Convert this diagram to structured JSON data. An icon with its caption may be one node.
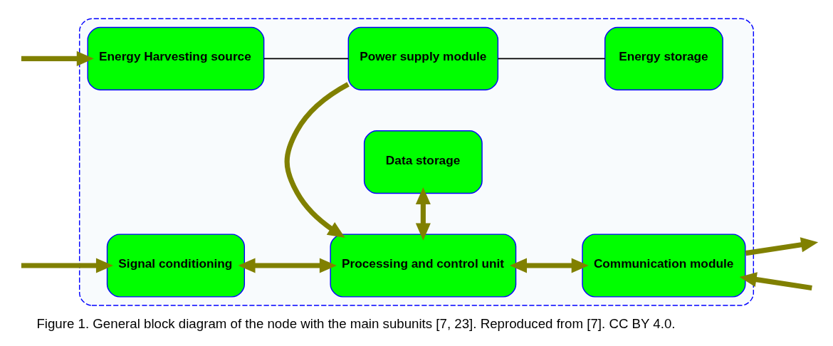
{
  "diagram": {
    "caption": "Figure 1. General block diagram of the node with the main subunits [7, 23]. Reproduced from [7]. CC BY 4.0.",
    "nodes": [
      {
        "text": [],
        "shape": "box"
      },
      {
        "text": [
          "Energy Harvesting source"
        ],
        "in": 0
      },
      {
        "text": [
          "Power supply module"
        ],
        "in": 0
      },
      {
        "text": [
          "Energy storage"
        ],
        "in": 0
      },
      {
        "text": [
          "Signal conditioning"
        ],
        "in": 0
      },
      {
        "text": [
          "Processing and control unit"
        ],
        "in": 0
      },
      {
        "text": [
          "Communication module"
        ],
        "in": 0
      },
      {
        "text": [
          "Data storage"
        ],
        "in": 0
      }
    ],
    "edges": [
      {
        "from": null,
        "to": 1,
        "arrow": "to"
      },
      {
        "from": 1,
        "to": 2,
        "arrow": "none",
        "color": "#000000"
      },
      {
        "from": 2,
        "to": 3,
        "arrow": "none",
        "color": "#000000"
      },
      {
        "from": 2,
        "to": 5,
        "arrow": "to"
      },
      {
        "from": null,
        "to": 4,
        "arrow": "to"
      },
      {
        "from": 4,
        "to": 5,
        "arrow": "both"
      },
      {
        "from": 5,
        "to": 6,
        "arrow": "both"
      },
      {
        "from": 5,
        "to": 7,
        "arrow": "both"
      },
      {
        "from": 6,
        "to": null,
        "arrow": "to"
      },
      {
        "from": null,
        "to": 6,
        "arrow": "to"
      }
    ]
  }
}
